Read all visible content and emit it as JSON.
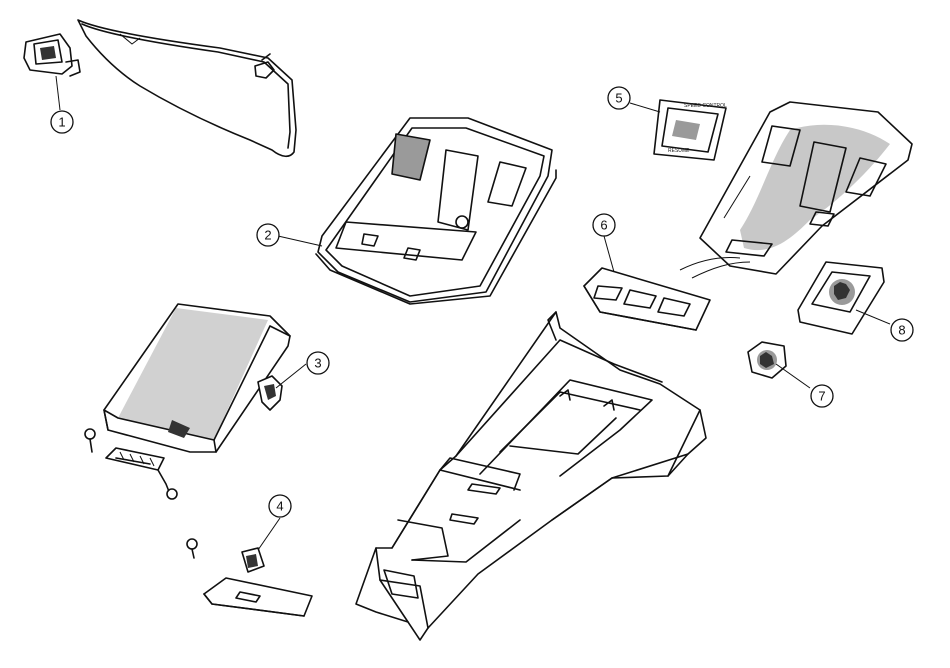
{
  "callouts": [
    {
      "id": "1",
      "label": "1"
    },
    {
      "id": "2",
      "label": "2"
    },
    {
      "id": "3",
      "label": "3"
    },
    {
      "id": "4",
      "label": "4"
    },
    {
      "id": "5",
      "label": "5"
    },
    {
      "id": "6",
      "label": "6"
    },
    {
      "id": "7",
      "label": "7"
    },
    {
      "id": "8",
      "label": "8"
    }
  ],
  "switch_panel": {
    "top_text": "SPEED CONTROL",
    "bottom_text": "RESUME"
  },
  "colors": {
    "line": "#111111",
    "background": "#ffffff"
  }
}
